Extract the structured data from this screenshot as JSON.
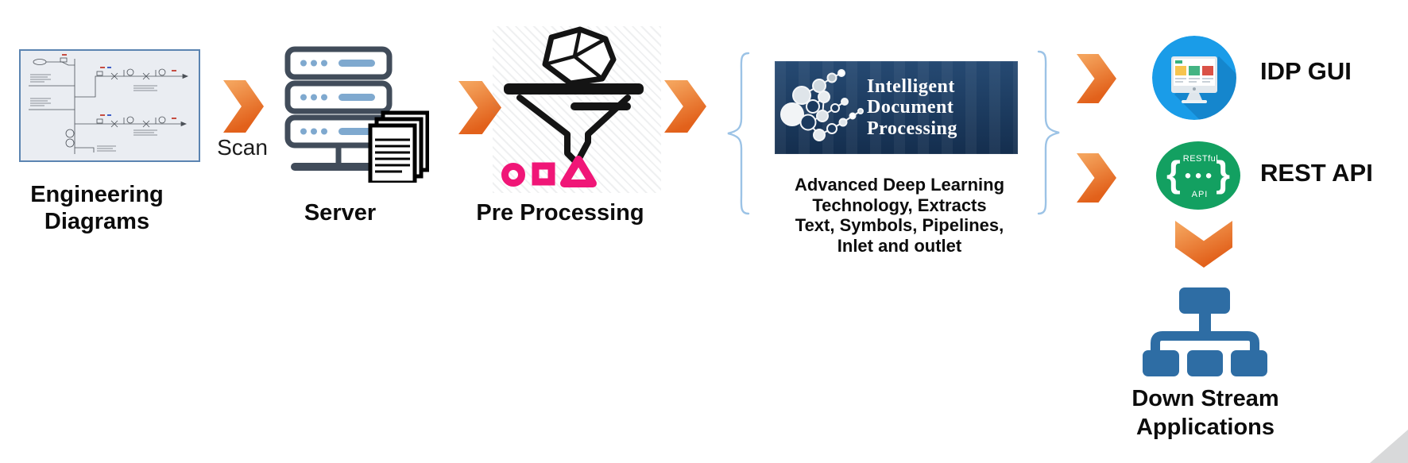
{
  "slide": {
    "scan_label": "Scan",
    "stage_labels": {
      "engineering_diagrams": "Engineering Diagrams",
      "server": "Server",
      "pre_processing": "Pre Processing"
    },
    "idp": {
      "logo_lines": [
        "Intelligent",
        "Document",
        "Processing"
      ],
      "description_lines": [
        "Advanced Deep Learning",
        "Technology, Extracts",
        "Text, Symbols, Pipelines,",
        "Inlet and outlet"
      ]
    },
    "outputs": {
      "idp_gui_label": "IDP GUI",
      "rest_api_label": "REST API",
      "rest_icon": {
        "top": "RESTful",
        "bottom": "API",
        "brace_open": "{",
        "brace_close": "}",
        "dots": "●●●"
      },
      "downstream_label": "Down Stream Applications"
    },
    "colors": {
      "arrow_orange_light": "#F4A35C",
      "arrow_orange_dark": "#E2611B",
      "idp_navy": "#1C3A5E",
      "gui_blue": "#1A9CE8",
      "api_green": "#13A061",
      "node_blue": "#2E6DA4",
      "pink": "#F01677",
      "brace_blue": "#9CC3E6",
      "server_dark": "#414C5A",
      "server_blue": "#7FA9CF"
    }
  }
}
